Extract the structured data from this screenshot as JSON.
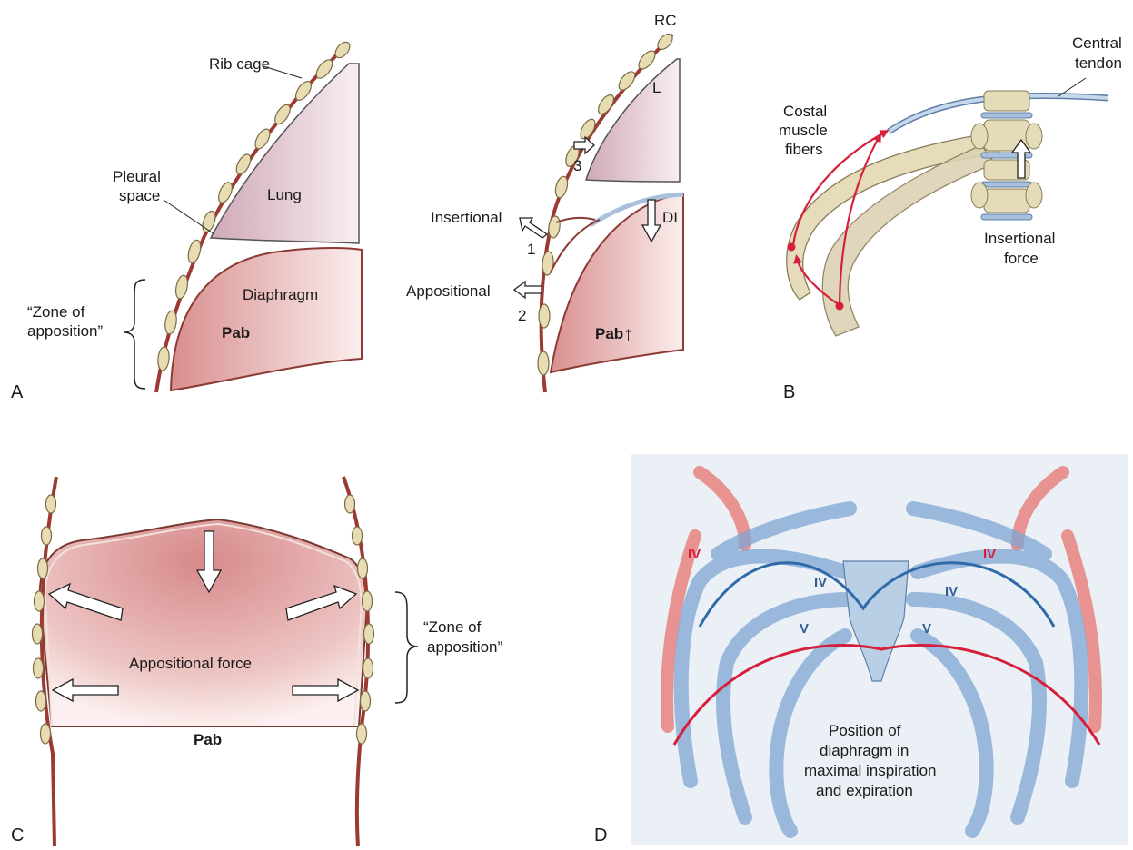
{
  "panels": {
    "a": {
      "letter": "A",
      "rib_cage": "Rib cage",
      "pleural_1": "Pleural",
      "pleural_2": "space",
      "lung": "Lung",
      "diaphragm": "Diaphragm",
      "zone_1": "“Zone of",
      "zone_2": "apposition”",
      "pab": "Pab"
    },
    "a2": {
      "rc": "RC",
      "l": "L",
      "n3": "3",
      "insertional": "Insertional",
      "n1": "1",
      "di": "DI",
      "appositional": "Appositional",
      "n2": "2",
      "pab": "Pab",
      "up_arrow": "↑"
    },
    "b": {
      "letter": "B",
      "central_1": "Central",
      "central_2": "tendon",
      "costal_1": "Costal",
      "costal_2": "muscle",
      "costal_3": "fibers",
      "insertional_1": "Insertional",
      "insertional_2": "force"
    },
    "c": {
      "letter": "C",
      "appositional_force": "Appositional force",
      "pab": "Pab",
      "zone_1": "“Zone of",
      "zone_2": "apposition”"
    },
    "d": {
      "letter": "D",
      "rib_iv_red_left": "IV",
      "rib_iv_red_right": "IV",
      "rib_iv_blue_left": "IV",
      "rib_iv_blue_right": "IV",
      "rib_v_left": "V",
      "rib_v_right": "V",
      "caption_1": "Position of",
      "caption_2": "diaphragm in",
      "caption_3": "maximal inspiration",
      "caption_4": "and expiration"
    }
  },
  "colors": {
    "rib_wall": "#9c3a32",
    "rib_bead": "#e7dcb2",
    "lung": "#d9bcc6",
    "diaphragm": "#d98e8e",
    "arrow_red": "#d6203b",
    "tendon_blue": "#a9c0dc",
    "vertebra": "#e4dcb8",
    "rib_blue": "#7fa6d3",
    "rib_red": "#e7837f",
    "panel_d_bg": "#eaf0f5"
  }
}
